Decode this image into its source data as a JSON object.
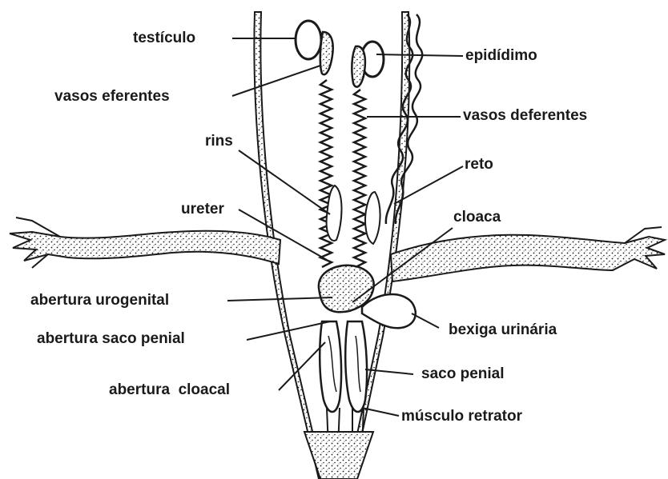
{
  "diagram": {
    "labels": {
      "testiculo": "testículo",
      "vasos_eferentes": "vasos eferentes",
      "rins": "rins",
      "ureter": "ureter",
      "abertura_urogenital": "abertura urogenital",
      "abertura_saco_penial": "abertura saco penial",
      "abertura_cloacal": "abertura  cloacal",
      "epididimo": "epidídimo",
      "vasos_deferentes": "vasos deferentes",
      "reto": "reto",
      "cloaca": "cloaca",
      "bexiga_urinaria": "bexiga urinária",
      "saco_penial": "saco penial",
      "musculo_retrator": "músculo retrator"
    },
    "colors": {
      "ink": "#1a1a1a",
      "background": "#ffffff"
    }
  }
}
